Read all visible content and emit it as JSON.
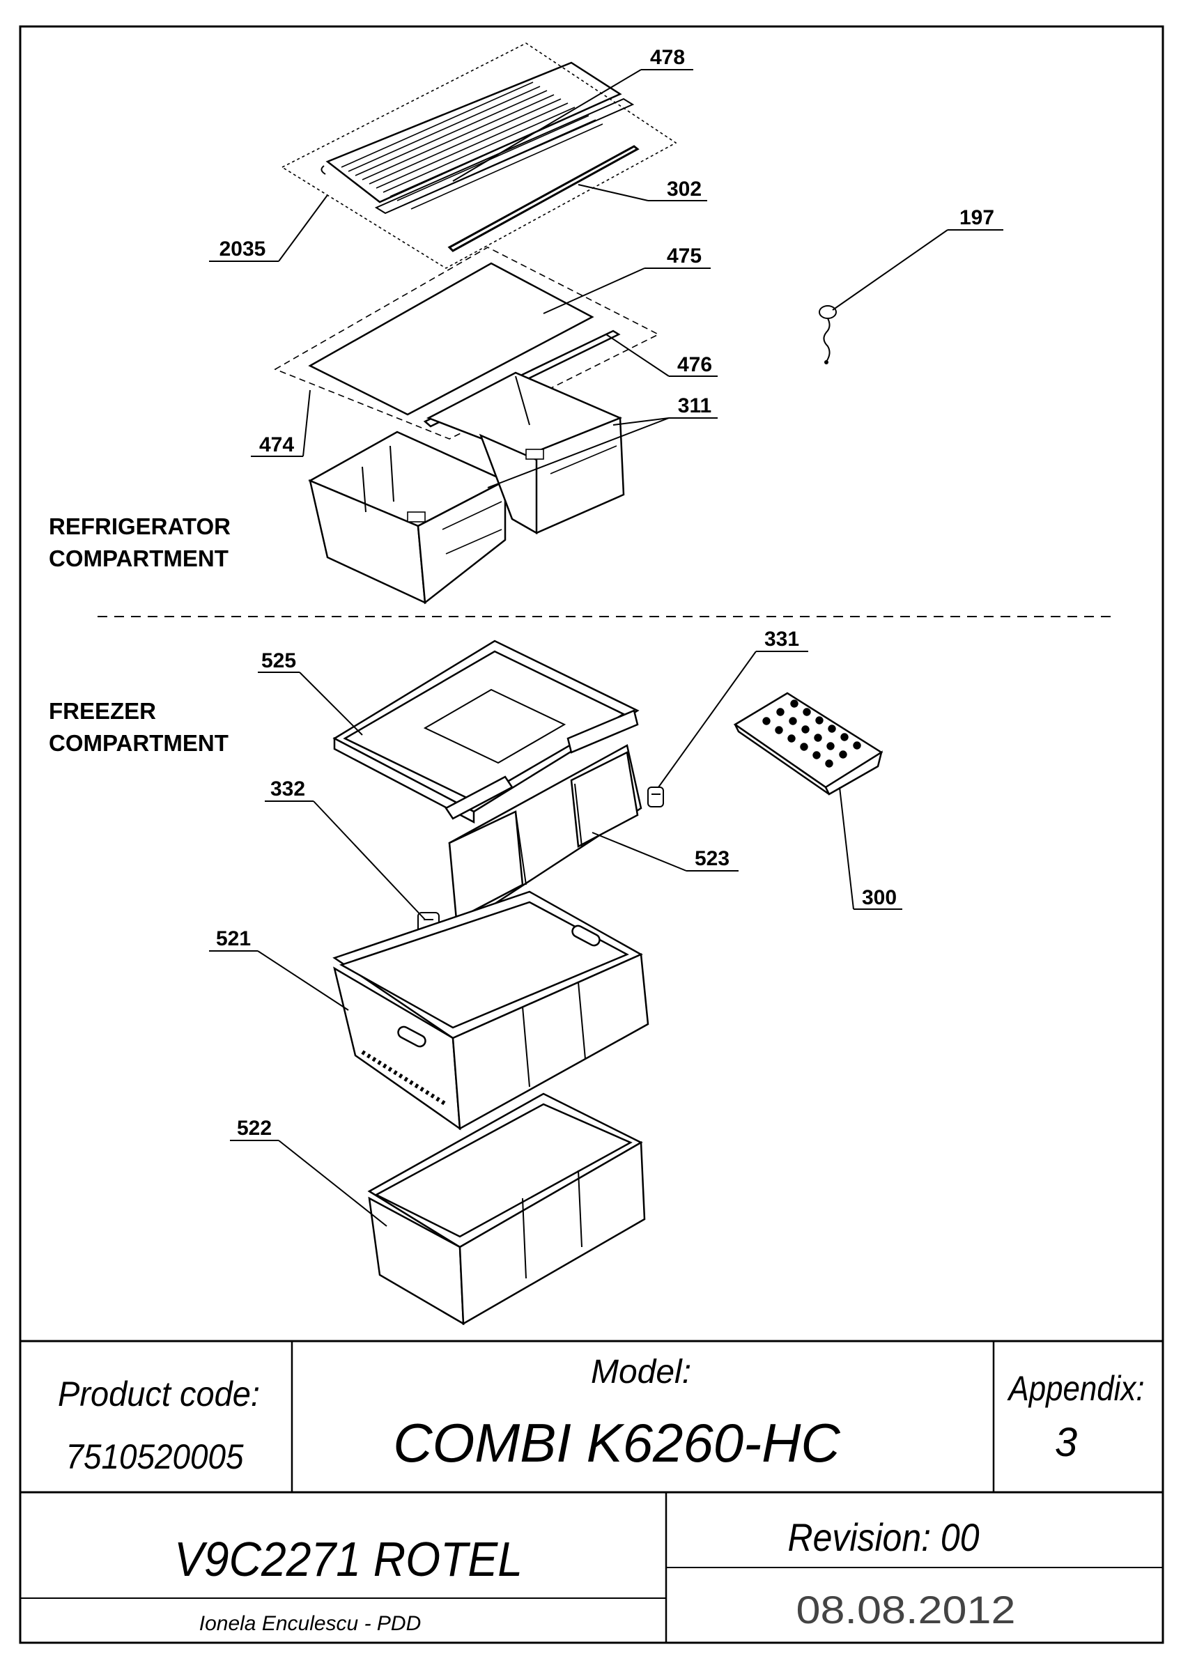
{
  "sections": {
    "refrigerator_l1": "REFRIGERATOR",
    "refrigerator_l2": "COMPARTMENT",
    "freezer_l1": "FREEZER",
    "freezer_l2": "COMPARTMENT"
  },
  "parts": {
    "p478": "478",
    "p302": "302",
    "p2035": "2035",
    "p475": "475",
    "p197": "197",
    "p476": "476",
    "p311": "311",
    "p474": "474",
    "p525": "525",
    "p331": "331",
    "p332": "332",
    "p523": "523",
    "p300": "300",
    "p521": "521",
    "p522": "522"
  },
  "title_block": {
    "product_code_label": "Product code:",
    "product_code": "7510520005",
    "model_label": "Model:",
    "model": "COMBI K6260-HC",
    "appendix_label": "Appendix:",
    "appendix": "3",
    "drawing": "V9C2271 ROTEL",
    "revision": "Revision: 00",
    "author": "Ionela Enculescu - PDD",
    "date": "08.08.2012"
  }
}
